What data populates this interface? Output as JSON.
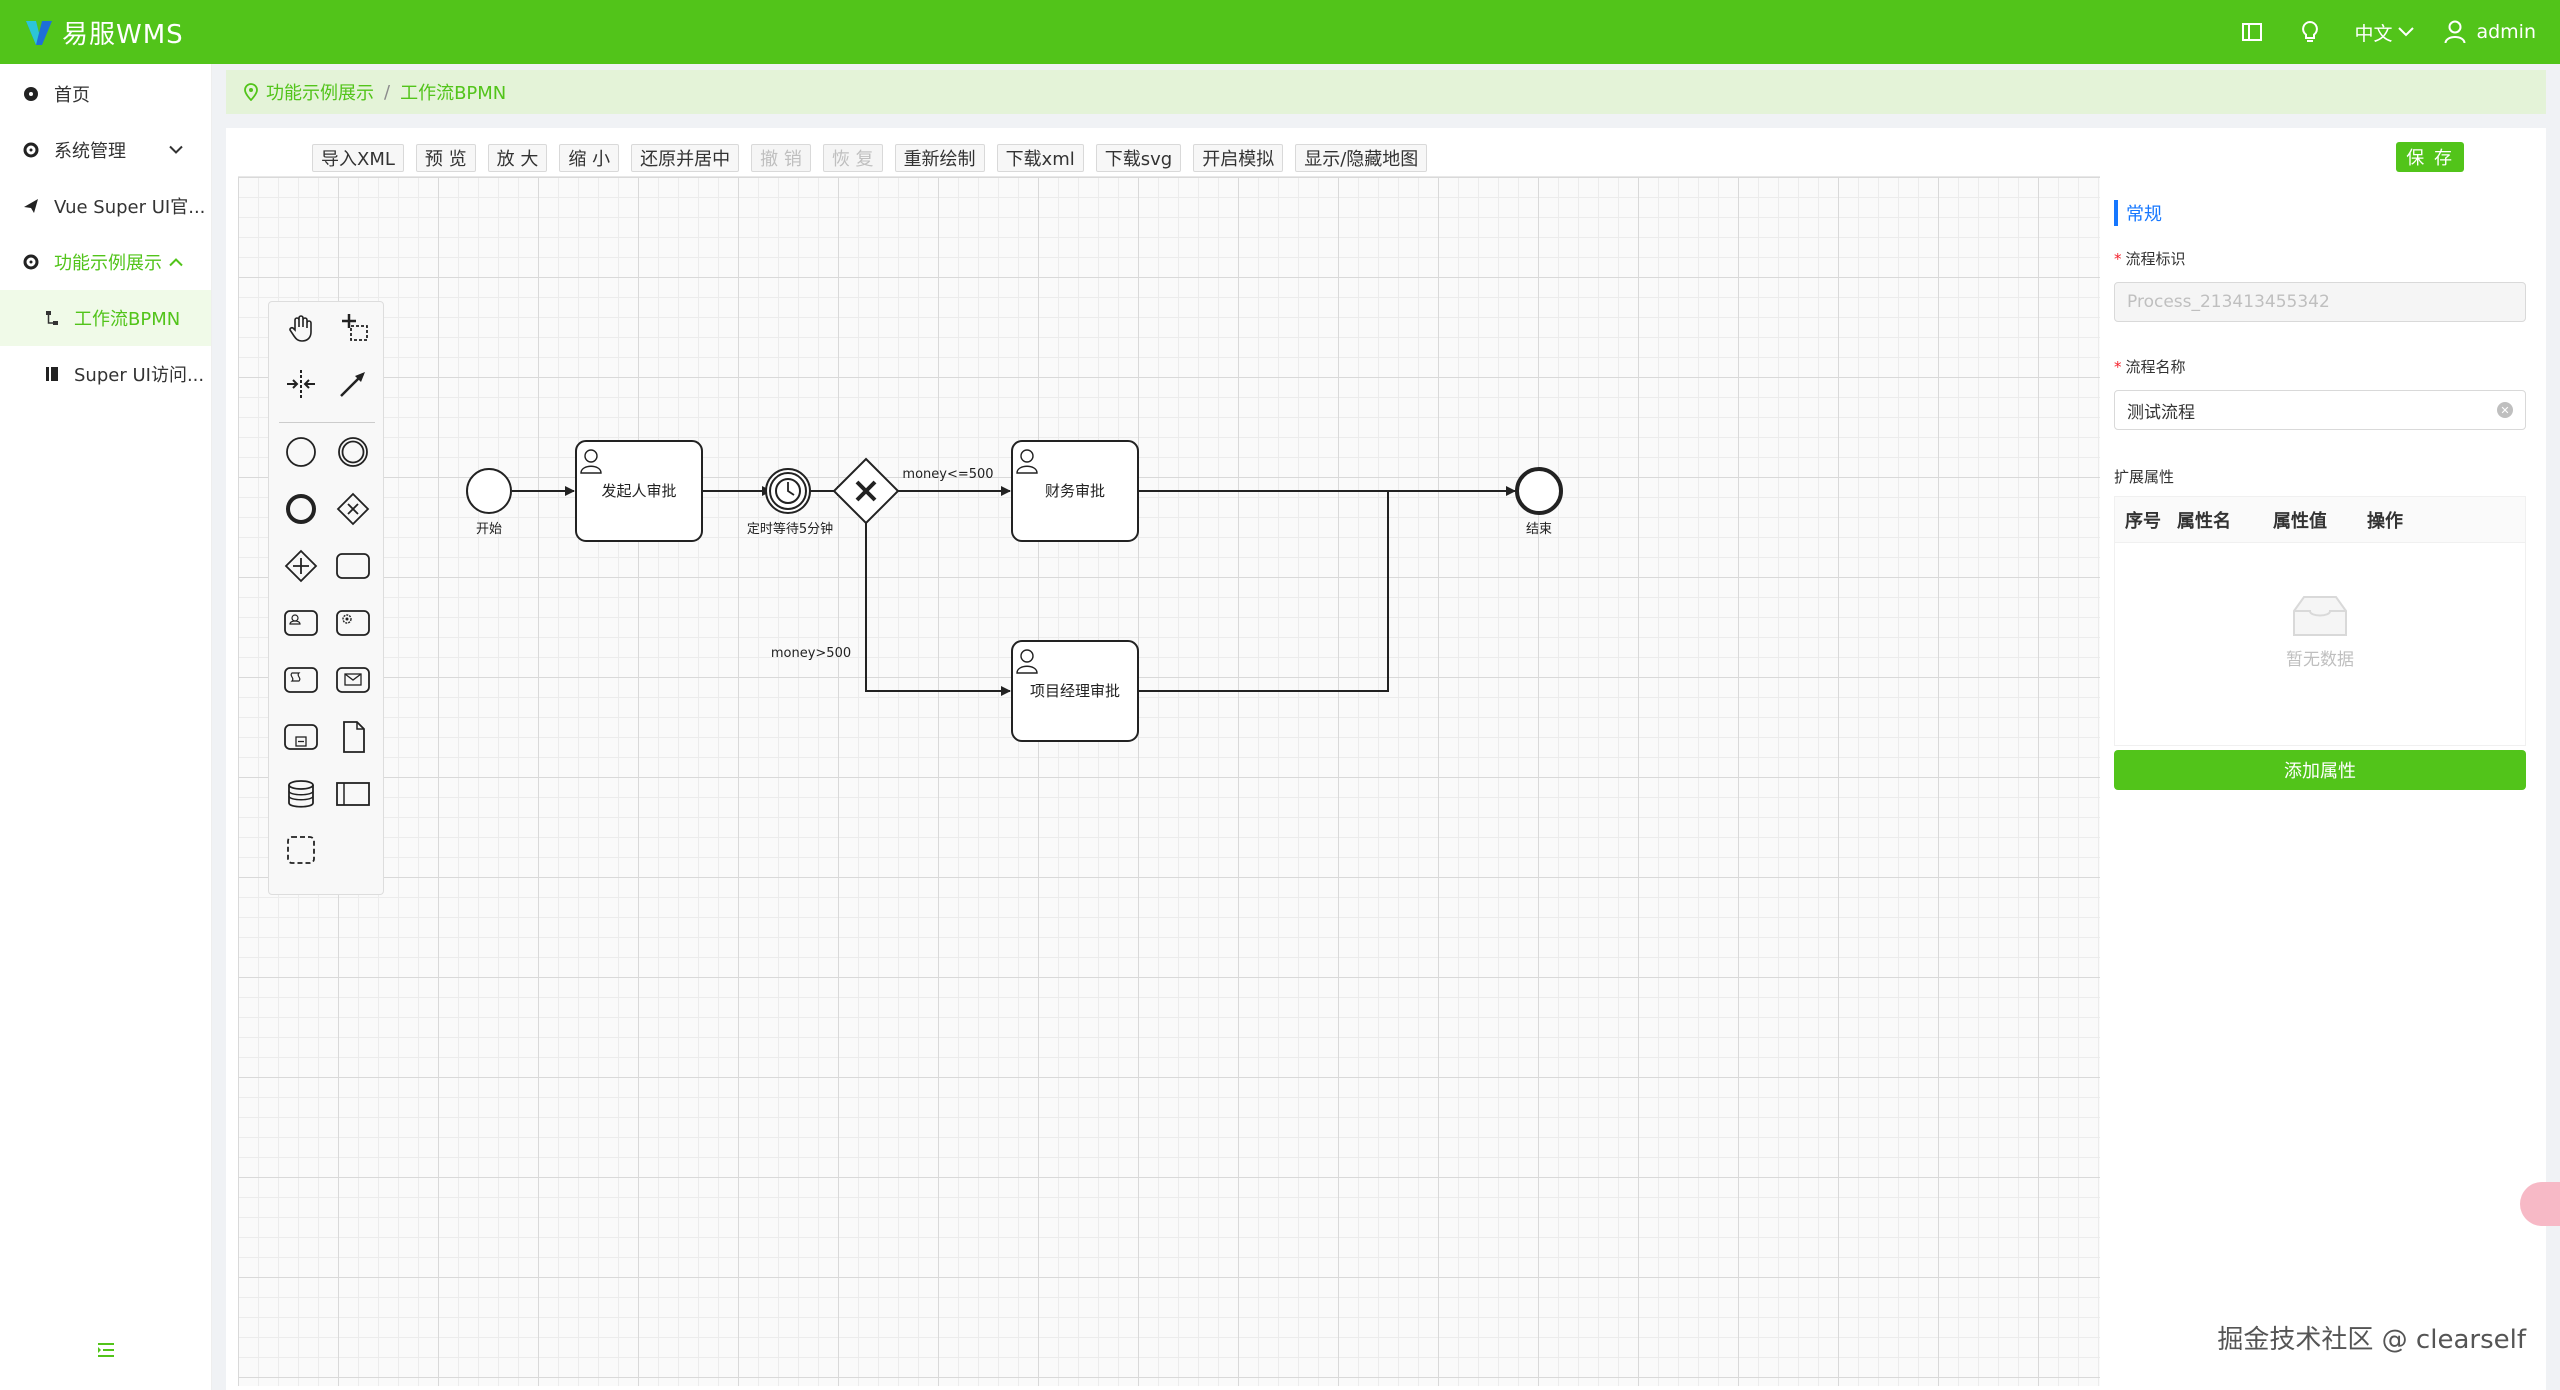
{
  "app": {
    "logo_text": "易服WMS",
    "brand_color": "#52c41a"
  },
  "header": {
    "language": "中文",
    "user": "admin"
  },
  "sidebar": {
    "items": [
      {
        "label": "首页",
        "icon": "dashboard-icon"
      },
      {
        "label": "系统管理",
        "icon": "gear-icon"
      },
      {
        "label": "Vue Super UI官...",
        "icon": "paper-plane-icon"
      },
      {
        "label": "功能示例展示",
        "icon": "gear-icon"
      }
    ],
    "subitems": [
      {
        "label": "工作流BPMN",
        "icon": "flow-icon"
      },
      {
        "label": "Super UI访问...",
        "icon": "book-icon"
      }
    ]
  },
  "breadcrumb": {
    "parent": "功能示例展示",
    "current": "工作流BPMN"
  },
  "toolbar": {
    "import_xml": "导入XML",
    "preview": "预 览",
    "zoom_in": "放 大",
    "zoom_out": "缩 小",
    "reset_center": "还原并居中",
    "undo": "撤 销",
    "redo": "恢 复",
    "redraw": "重新绘制",
    "download_xml": "下载xml",
    "download_svg": "下载svg",
    "simulate": "开启模拟",
    "toggle_minimap": "显示/隐藏地图",
    "save": "保 存"
  },
  "diagram": {
    "start_label": "开始",
    "task_initiator": "发起人审批",
    "timer_label": "定时等待5分钟",
    "flow_low": "money<=500",
    "flow_high": "money>500",
    "task_finance": "财务审批",
    "task_pm": "项目经理审批",
    "end_label": "结束"
  },
  "props": {
    "section_title": "常规",
    "process_id_label": "流程标识",
    "process_id_value": "Process_213413455342",
    "process_name_label": "流程名称",
    "process_name_value": "测试流程",
    "ext_label": "扩展属性",
    "table_headers": [
      "序号",
      "属性名",
      "属性值",
      "操作"
    ],
    "empty_text": "暂无数据",
    "add_button": "添加属性"
  },
  "footer": {
    "credit": "掘金技术社区 @ clearself"
  }
}
